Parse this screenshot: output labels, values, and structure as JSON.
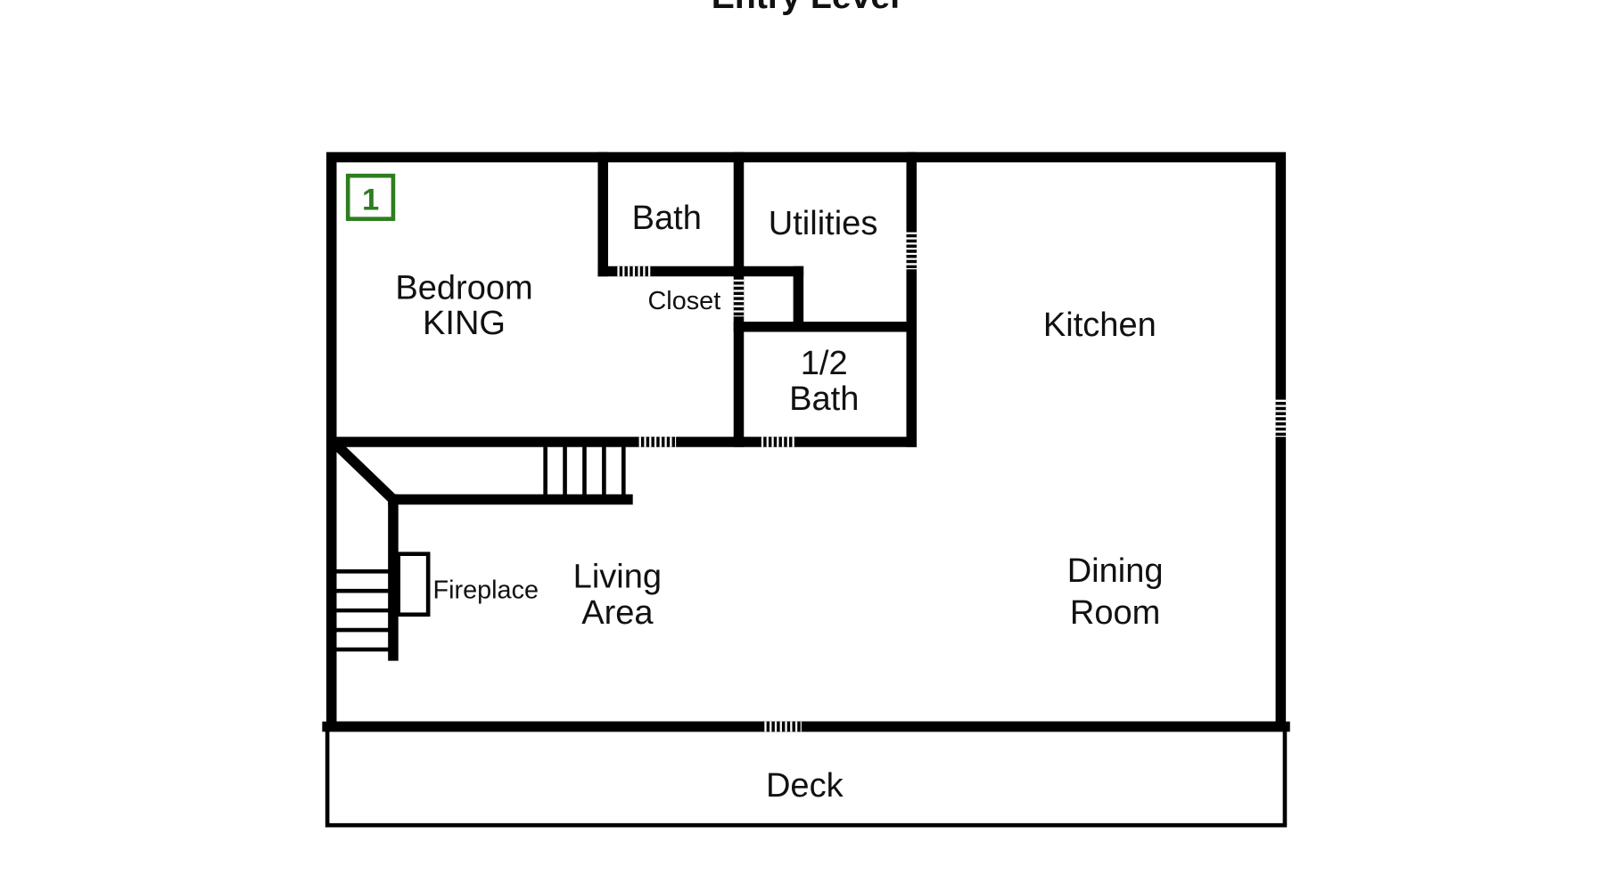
{
  "title": "Entry Level",
  "badge": {
    "label": "1",
    "color": "#2e7d1f"
  },
  "rooms": {
    "bedroom": [
      "Bedroom",
      "KING"
    ],
    "bath": "Bath",
    "utilities": "Utilities",
    "closet": "Closet",
    "half_bath": [
      "1/2",
      "Bath"
    ],
    "kitchen": "Kitchen",
    "fireplace": "Fireplace",
    "living": [
      "Living",
      "Area"
    ],
    "dining": [
      "Dining",
      "Room"
    ],
    "deck": "Deck"
  }
}
